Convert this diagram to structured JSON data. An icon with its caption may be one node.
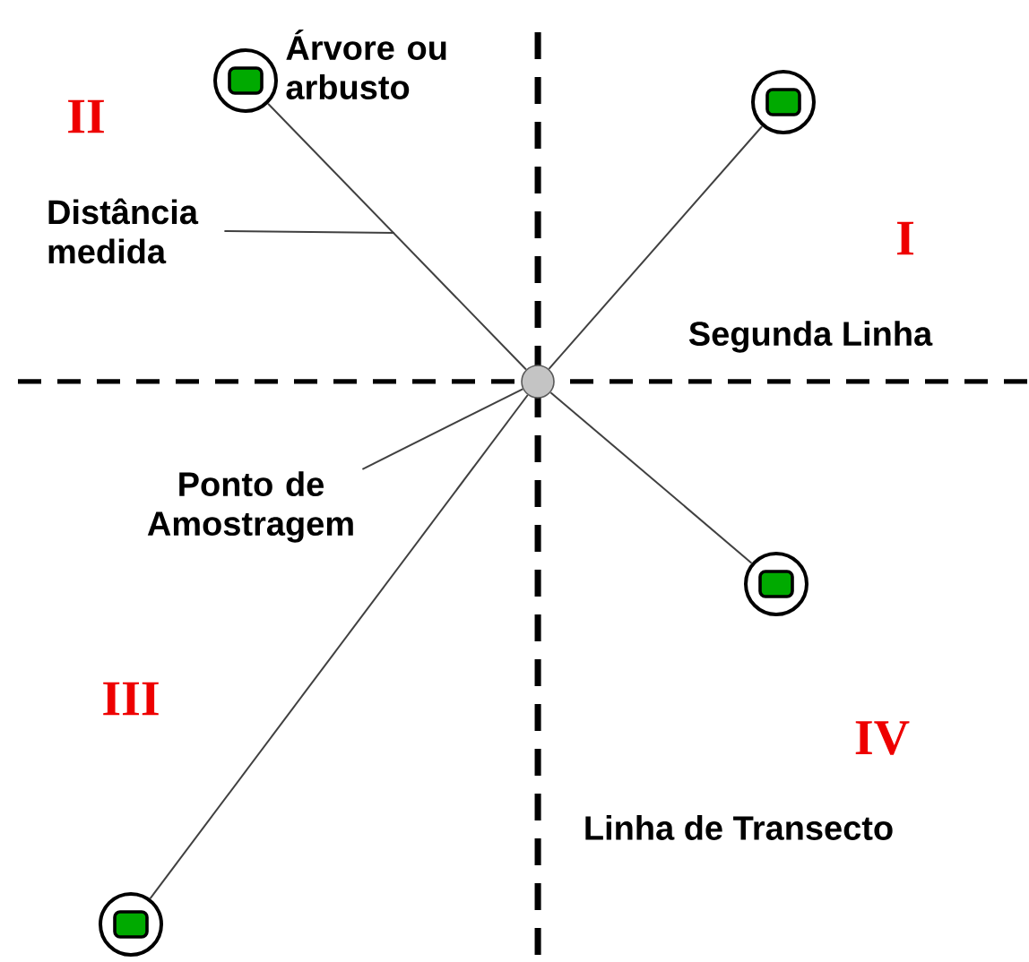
{
  "diagram": {
    "nodes": [
      {
        "text": [],
        "shape": "circle",
        "beside": [
          "Árvore ou arbusto"
        ]
      },
      {
        "text": [],
        "shape": "circle"
      },
      {
        "text": [],
        "shape": "circle"
      },
      {
        "text": [],
        "shape": "circle"
      },
      {
        "text": [],
        "shape": "circle"
      },
      {
        "text": [
          "Distância medida"
        ]
      },
      {
        "text": [
          "Ponto de Amostragem"
        ]
      }
    ],
    "edges": [
      {
        "from": 2,
        "to": 0,
        "arrow": "none"
      },
      {
        "from": 2,
        "to": 1,
        "arrow": "none"
      },
      {
        "from": 2,
        "to": 3,
        "arrow": "none"
      },
      {
        "from": 2,
        "to": 4,
        "arrow": "none"
      },
      {
        "from": 5,
        "to": null,
        "arrow": "none"
      },
      {
        "from": 6,
        "to": 2,
        "arrow": "none"
      }
    ],
    "labels": [
      "II",
      "I",
      "Segunda Linha",
      "III",
      "IV",
      "Linha de Transecto"
    ]
  }
}
